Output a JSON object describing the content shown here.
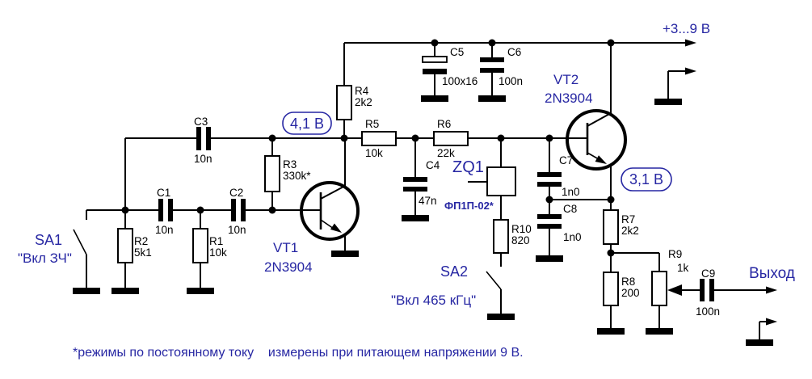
{
  "colors": {
    "label_blue": "#2727a3",
    "line_black": "#000000",
    "background": "#ffffff"
  },
  "power": {
    "supply_label": "+3...9 В"
  },
  "output": {
    "label": "Выход"
  },
  "footnote": "*режимы по постоянному току    измерены при питающем напряжении 9 В.",
  "voltage_markers": {
    "vt1_collector": "4,1 В",
    "vt2_emitter": "3,1 В"
  },
  "components": {
    "r1": {
      "ref": "R1",
      "value": "10k"
    },
    "r2": {
      "ref": "R2",
      "value": "5k1"
    },
    "r3": {
      "ref": "R3",
      "value": "330k*"
    },
    "r4": {
      "ref": "R4",
      "value": "2k2"
    },
    "r5": {
      "ref": "R5",
      "value": "10k"
    },
    "r6": {
      "ref": "R6",
      "value": "22k"
    },
    "r7": {
      "ref": "R7",
      "value": "2k2"
    },
    "r8": {
      "ref": "R8",
      "value": "200"
    },
    "r9": {
      "ref": "R9",
      "value": "1k"
    },
    "r10": {
      "ref": "R10",
      "value": "820"
    },
    "c1": {
      "ref": "C1",
      "value": "10n"
    },
    "c2": {
      "ref": "C2",
      "value": "10n"
    },
    "c3": {
      "ref": "C3",
      "value": "10n"
    },
    "c4": {
      "ref": "C4",
      "value": "47n"
    },
    "c5": {
      "ref": "C5",
      "value": "100x16"
    },
    "c6": {
      "ref": "C6",
      "value": "100n"
    },
    "c7": {
      "ref": "C7",
      "value": "1n0"
    },
    "c8": {
      "ref": "C8",
      "value": "1n0"
    },
    "c9": {
      "ref": "C9",
      "value": "100n"
    },
    "vt1": {
      "ref": "VT1",
      "part": "2N3904"
    },
    "vt2": {
      "ref": "VT2",
      "part": "2N3904"
    },
    "zq1": {
      "ref": "ZQ1",
      "part": "ФП1П-02*"
    },
    "sa1": {
      "ref": "SA1",
      "function": "\"Вкл ЗЧ\""
    },
    "sa2": {
      "ref": "SA2",
      "function": "\"Вкл 465 кГц\""
    }
  }
}
